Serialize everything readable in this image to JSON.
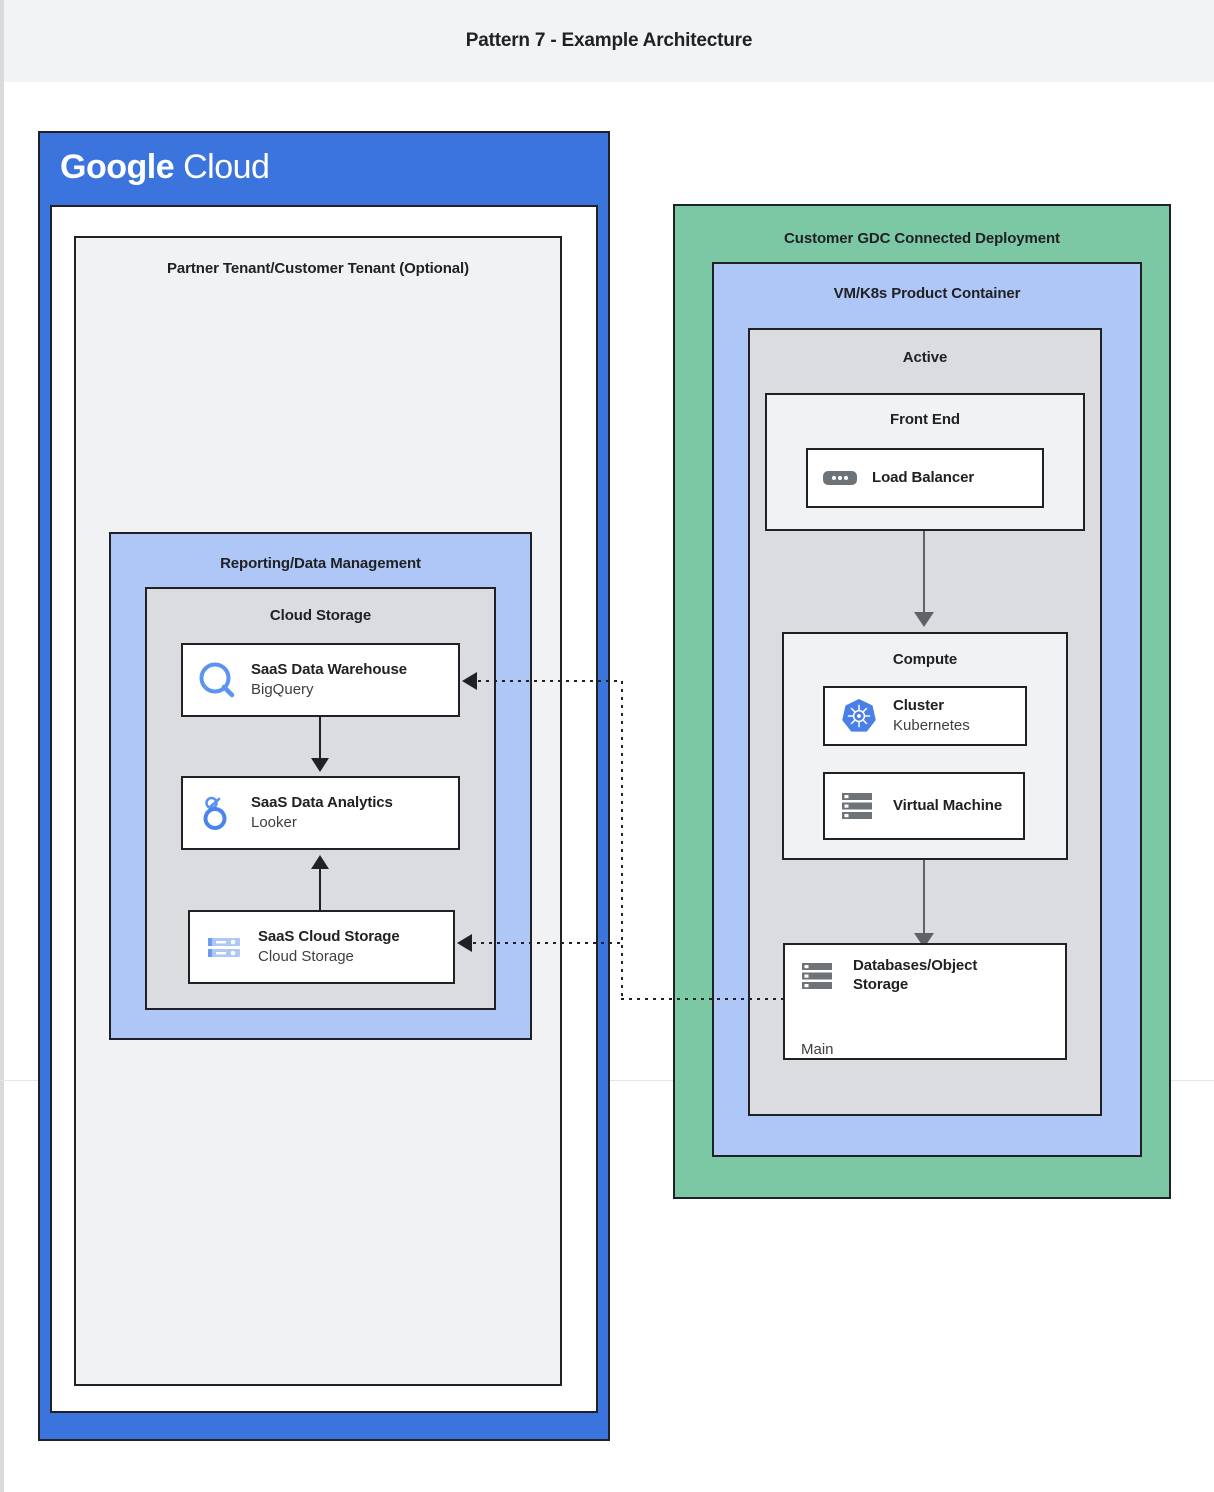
{
  "header": {
    "title": "Pattern 7 - Example Architecture"
  },
  "google_cloud": {
    "logo_bold": "Google",
    "logo_light": "Cloud",
    "brand_color": "#3c74dd",
    "tenant": {
      "label": "Partner Tenant/Customer Tenant (Optional)"
    },
    "reporting": {
      "label": "Reporting/Data Management",
      "fill": "#aec7f7",
      "cloud_storage": {
        "label": "Cloud Storage",
        "fill": "#dadce0",
        "nodes": [
          {
            "icon": "bigquery-icon",
            "title": "SaaS Data Warehouse",
            "subtitle": "BigQuery"
          },
          {
            "icon": "looker-icon",
            "title": "SaaS Data Analytics",
            "subtitle": "Looker"
          },
          {
            "icon": "cloud-storage-icon",
            "title": "SaaS Cloud Storage",
            "subtitle": "Cloud Storage"
          }
        ]
      }
    }
  },
  "gdc": {
    "label": "Customer GDC Connected Deployment",
    "fill": "#7dc8a4",
    "product_container": {
      "label": "VM/K8s Product Container",
      "fill": "#aec7f7",
      "active": {
        "label": "Active",
        "fill": "#dadce0",
        "front_end": {
          "label": "Front End",
          "nodes": [
            {
              "icon": "load-balancer-icon",
              "title": "Load Balancer",
              "subtitle": ""
            }
          ]
        },
        "compute": {
          "label": "Compute",
          "nodes": [
            {
              "icon": "kubernetes-icon",
              "title": "Cluster",
              "subtitle": "Kubernetes"
            },
            {
              "icon": "virtual-machine-icon",
              "title": "Virtual Machine",
              "subtitle": ""
            }
          ]
        },
        "database": {
          "icon": "database-icon",
          "title": "Databases/Object Storage",
          "footer": "Main"
        }
      }
    }
  },
  "connectors": {
    "arrow_color": "#202124",
    "grey_arrow_color": "#5f6368",
    "dotted_style": "dotted"
  }
}
